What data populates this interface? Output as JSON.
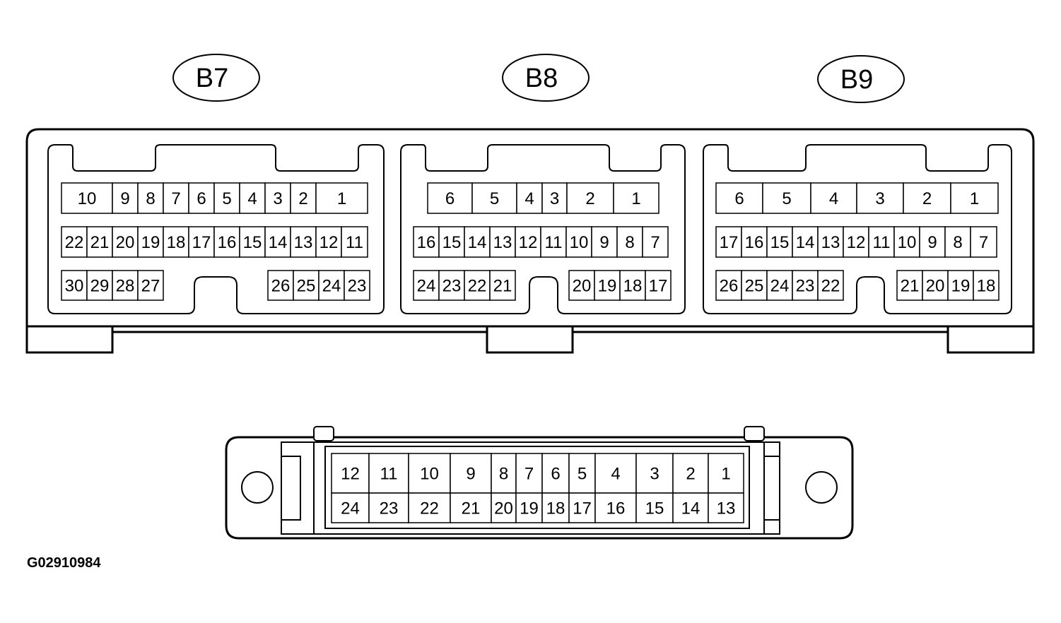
{
  "figure_code": "G02910984",
  "ecu_connectors": [
    {
      "label": "B7",
      "rows": [
        [
          "10",
          "9",
          "8",
          "7",
          "6",
          "5",
          "4",
          "3",
          "2",
          "1"
        ],
        [
          "22",
          "21",
          "20",
          "19",
          "18",
          "17",
          "16",
          "15",
          "14",
          "13",
          "12",
          "11"
        ],
        [
          "30",
          "29",
          "28",
          "27"
        ],
        [
          "26",
          "25",
          "24",
          "23"
        ]
      ]
    },
    {
      "label": "B8",
      "rows": [
        [
          "6",
          "5",
          "4",
          "3",
          "2",
          "1"
        ],
        [
          "16",
          "15",
          "14",
          "13",
          "12",
          "11",
          "10",
          "9",
          "8",
          "7"
        ],
        [
          "24",
          "23",
          "22",
          "21"
        ],
        [
          "20",
          "19",
          "18",
          "17"
        ]
      ]
    },
    {
      "label": "B9",
      "rows": [
        [
          "6",
          "5",
          "4",
          "3",
          "2",
          "1"
        ],
        [
          "17",
          "16",
          "15",
          "14",
          "13",
          "12",
          "11",
          "10",
          "9",
          "8",
          "7"
        ],
        [
          "26",
          "25",
          "24",
          "23",
          "22"
        ],
        [
          "21",
          "20",
          "19",
          "18"
        ]
      ]
    }
  ],
  "harness_connector": {
    "rows": [
      [
        "12",
        "11",
        "10",
        "9",
        "8",
        "7",
        "6",
        "5",
        "4",
        "3",
        "2",
        "1"
      ],
      [
        "24",
        "23",
        "22",
        "21",
        "20",
        "19",
        "18",
        "17",
        "16",
        "15",
        "14",
        "13"
      ]
    ]
  }
}
